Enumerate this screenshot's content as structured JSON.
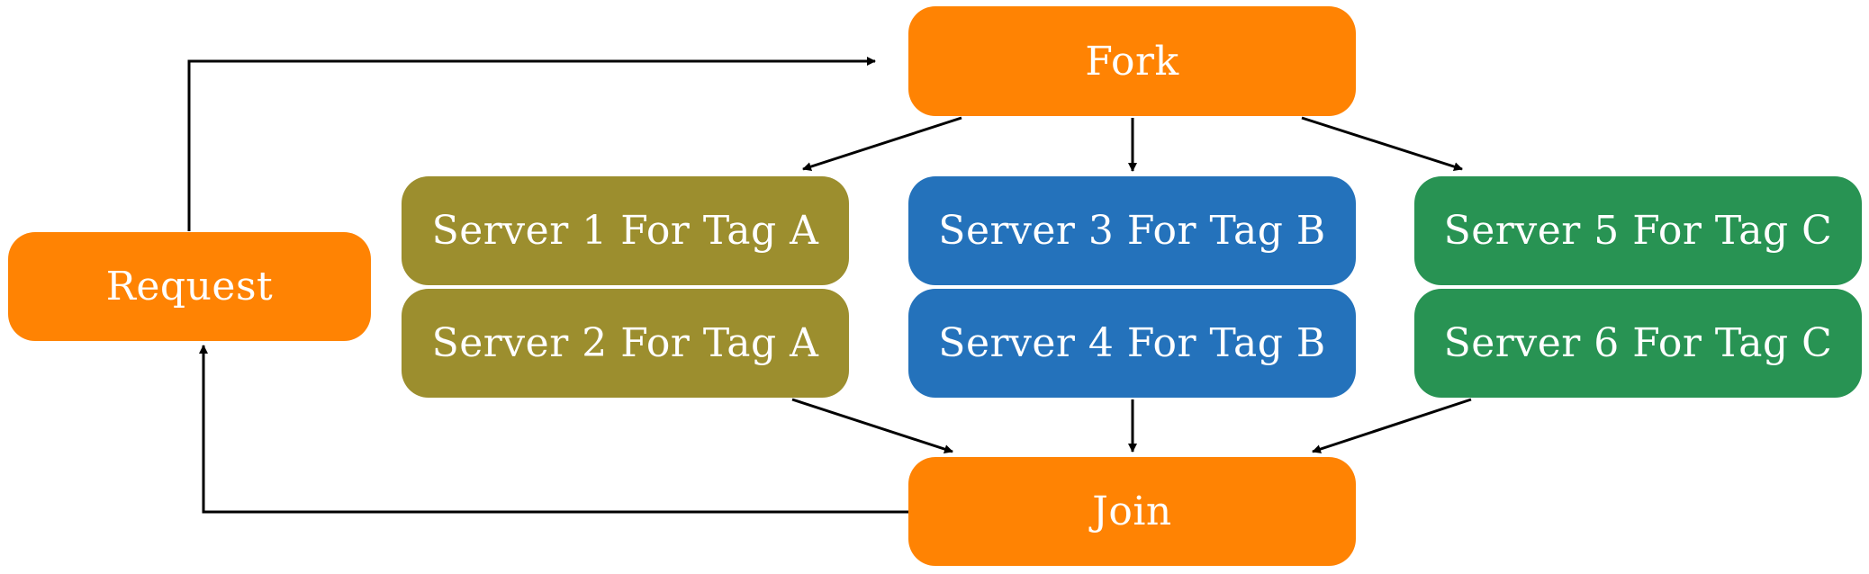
{
  "colors": {
    "orange": "#FF8303",
    "olive": "#9C8E2E",
    "blue": "#2472BB",
    "green": "#289353",
    "edge": "#000000"
  },
  "nodes": {
    "fork": "Fork",
    "request": "Request",
    "join": "Join",
    "server1": "Server 1 For Tag A",
    "server2": "Server 2 For Tag A",
    "server3": "Server 3 For Tag B",
    "server4": "Server 4 For Tag B",
    "server5": "Server 5 For Tag C",
    "server6": "Server 6 For Tag C"
  },
  "edges": [
    {
      "from": "request",
      "to": "fork"
    },
    {
      "from": "fork",
      "to": "server1"
    },
    {
      "from": "fork",
      "to": "server3"
    },
    {
      "from": "fork",
      "to": "server5"
    },
    {
      "from": "server2",
      "to": "join"
    },
    {
      "from": "server4",
      "to": "join"
    },
    {
      "from": "server6",
      "to": "join"
    },
    {
      "from": "join",
      "to": "request"
    }
  ]
}
